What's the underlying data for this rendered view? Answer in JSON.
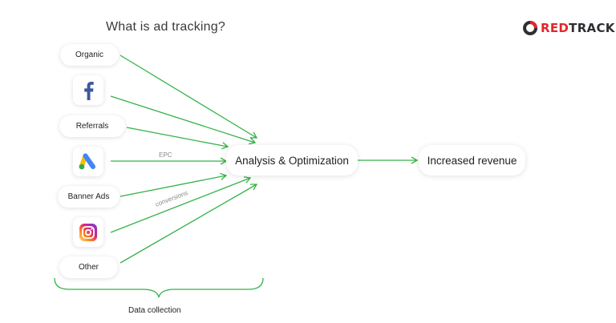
{
  "title": "What is ad tracking?",
  "logo": {
    "red_part": "RED",
    "dark_part": "TRACK",
    "icon": "redtrack-ring-icon"
  },
  "sources": {
    "organic": "Organic",
    "facebook_icon": "facebook-icon",
    "referrals": "Referrals",
    "google_ads_icon": "google-ads-icon",
    "banner_ads": "Banner Ads",
    "instagram_icon": "instagram-icon",
    "other": "Other"
  },
  "analysis": "Analysis & Optimization",
  "result": "Increased revenue",
  "edge_labels": {
    "epc": "EPC",
    "conversions": "conversions"
  },
  "caption": "Data collection",
  "colors": {
    "arrow": "#33b249",
    "brand_red": "#e5262b",
    "brand_dark": "#2e2e33"
  }
}
